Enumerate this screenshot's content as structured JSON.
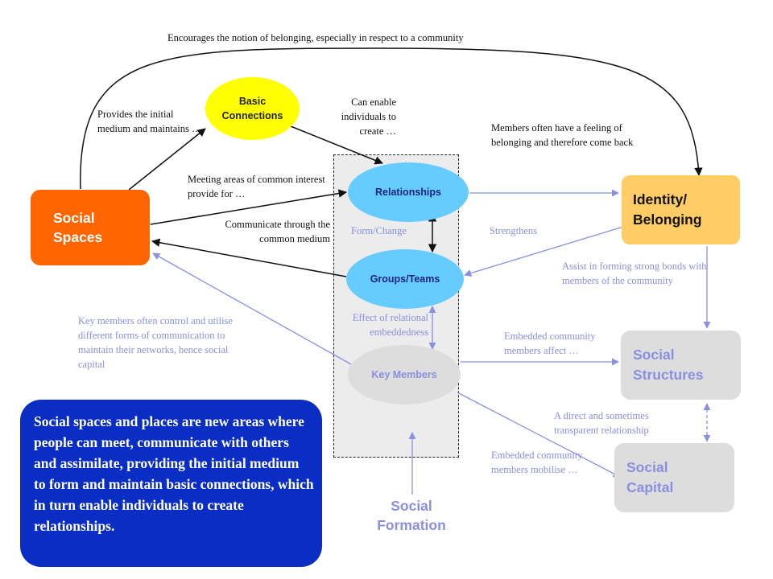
{
  "nodes": {
    "social_spaces": "Social Spaces",
    "basic_connections": "Basic Connections",
    "relationships": "Relationships",
    "groups_teams": "Groups/Teams",
    "key_members": "Key Members",
    "identity_belonging": "Identity/ Belonging",
    "social_structures": "Social Structures",
    "social_capital": "Social Capital",
    "social_formation": "Social Formation"
  },
  "labels": {
    "top_arc": "Encourages the notion of belonging, especially in respect to a community",
    "provides_initial": "Provides the initial medium and maintains …",
    "can_enable": "Can enable individuals to create …",
    "members_feeling": "Members often have a feeling of belonging and therefore come back",
    "meeting_areas": "Meeting areas of common interest provide for …",
    "communicate_through": "Communicate through the common medium",
    "form_change": "Form/Change",
    "strengthens": "Strengthens",
    "assist_forming": "Assist in forming strong bonds with members of the community",
    "key_members_control": "Key members often control and utilise different forms of communication to maintain their networks, hence social capital",
    "effect_relational": "Effect of relational embeddedness",
    "embedded_affect": "Embedded community members affect …",
    "direct_relationship": "A direct and sometimes transparent relationship",
    "embedded_mobilise": "Embedded community members mobilise …"
  },
  "summary": "Social spaces and places are new areas where people can meet, communicate with others and assimilate, providing the initial medium to form and maintain basic connections, which in turn enable individuals to create relationships.",
  "colors": {
    "social_spaces": "#ff6600",
    "basic_connections": "#ffff00",
    "blue_ellipse": "#66ccff",
    "identity_belonging": "#ffcc66",
    "grey_box": "#dddddd",
    "summary_box": "#0a2ec4",
    "light_arrow": "#8a8fe0"
  }
}
